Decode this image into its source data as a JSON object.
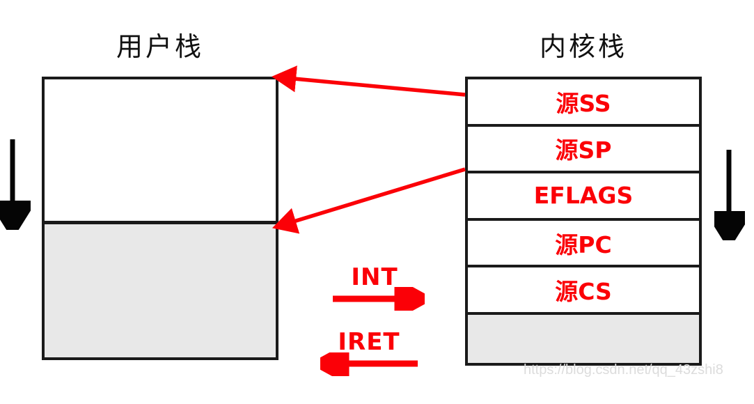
{
  "diagram": {
    "user_stack": {
      "title": "用户栈",
      "free_region_label": "",
      "used_region_label": ""
    },
    "kernel_stack": {
      "title": "内核栈",
      "cells": [
        {
          "label": "源SS",
          "filled": true
        },
        {
          "label": "源SP",
          "filled": true
        },
        {
          "label": "EFLAGS",
          "filled": true
        },
        {
          "label": "源PC",
          "filled": true
        },
        {
          "label": "源CS",
          "filled": true
        },
        {
          "label": "",
          "filled": false
        }
      ]
    },
    "flow": {
      "to_kernel_label": "INT",
      "to_user_label": "IRET"
    },
    "watermark": "https://blog.csdn.net/qq_43zshi8",
    "colors": {
      "red": "#fb0007",
      "outline": "#1a1a1a",
      "used_fill": "#e8e8e8",
      "title_text": "#111111",
      "watermark": "#dcdcdc"
    }
  }
}
